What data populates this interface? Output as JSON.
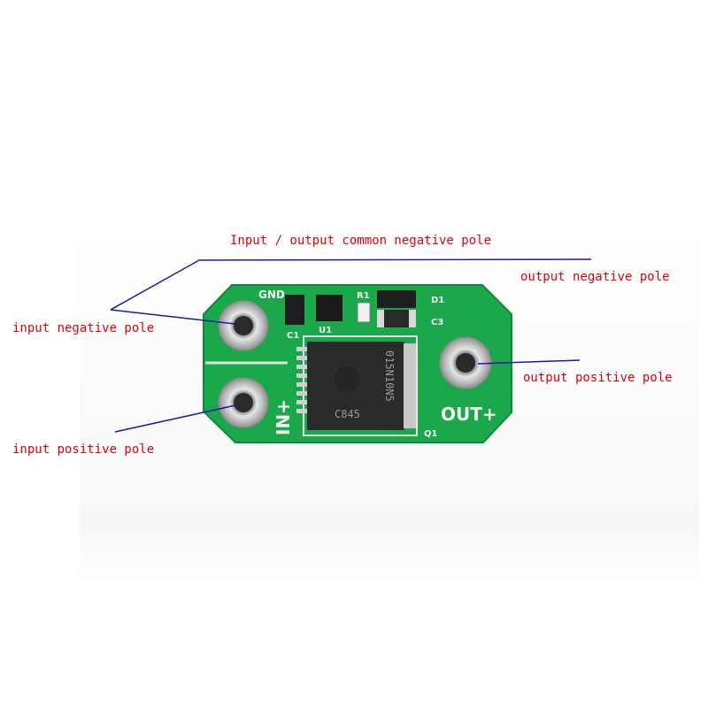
{
  "colors": {
    "label": "#e0000a",
    "leader": "#1a1aa8",
    "pcb": "#1aa84a",
    "pcb_edge": "#0f8a38"
  },
  "labels": {
    "common_negative": "Input / output common negative pole",
    "output_negative": "output negative pole",
    "input_negative": "input negative pole",
    "output_positive": "output positive pole",
    "input_positive": "input positive pole"
  },
  "silkscreen": {
    "gnd": "GND",
    "in_plus": "IN+",
    "out_plus": "OUT+",
    "c1": "C1",
    "u1": "U1",
    "r1": "R1",
    "d1": "D1",
    "c3": "C3",
    "q1": "Q1"
  },
  "chip_marking": {
    "line1": "015N10N5",
    "line2": "C845"
  }
}
